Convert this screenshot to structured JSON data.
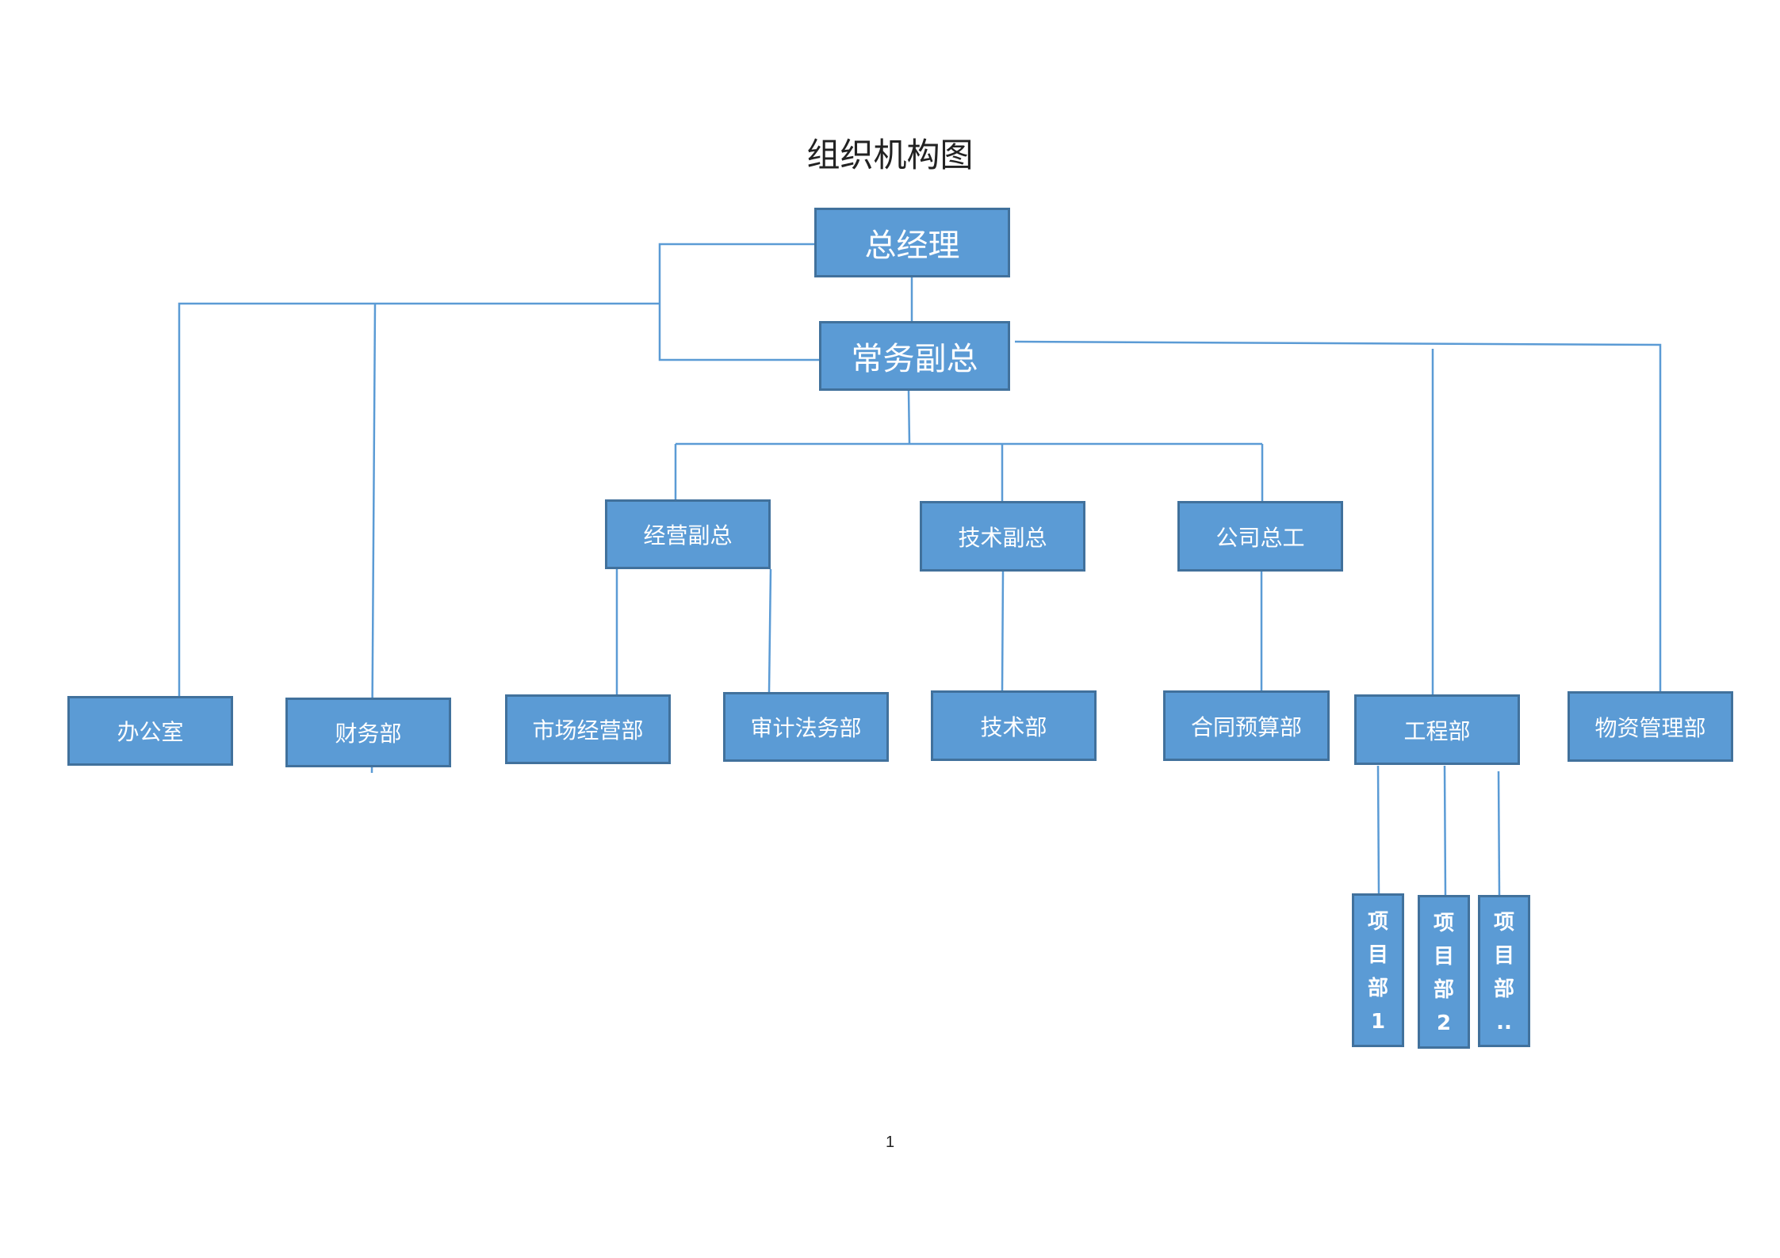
{
  "title": "组织机构图",
  "page_number": "1",
  "colors": {
    "box_fill": "#5b9bd5",
    "box_border": "#41719c",
    "connector": "#5b9bd5",
    "text": "#ffffff"
  },
  "nodes": {
    "general_manager": "总经理",
    "executive_vp": "常务副总",
    "business_vp": "经营副总",
    "technical_vp": "技术副总",
    "chief_engineer": "公司总工",
    "office": "办公室",
    "finance": "财务部",
    "marketing": "市场经营部",
    "audit_legal": "审计法务部",
    "technical_dept": "技术部",
    "contract_budget": "合同预算部",
    "engineering": "工程部",
    "materials": "物资管理部",
    "project_1": [
      "项",
      "目",
      "部",
      "1"
    ],
    "project_2": [
      "项",
      "目",
      "部",
      "2"
    ],
    "project_n": [
      "项",
      "目",
      "部",
      ".."
    ]
  }
}
